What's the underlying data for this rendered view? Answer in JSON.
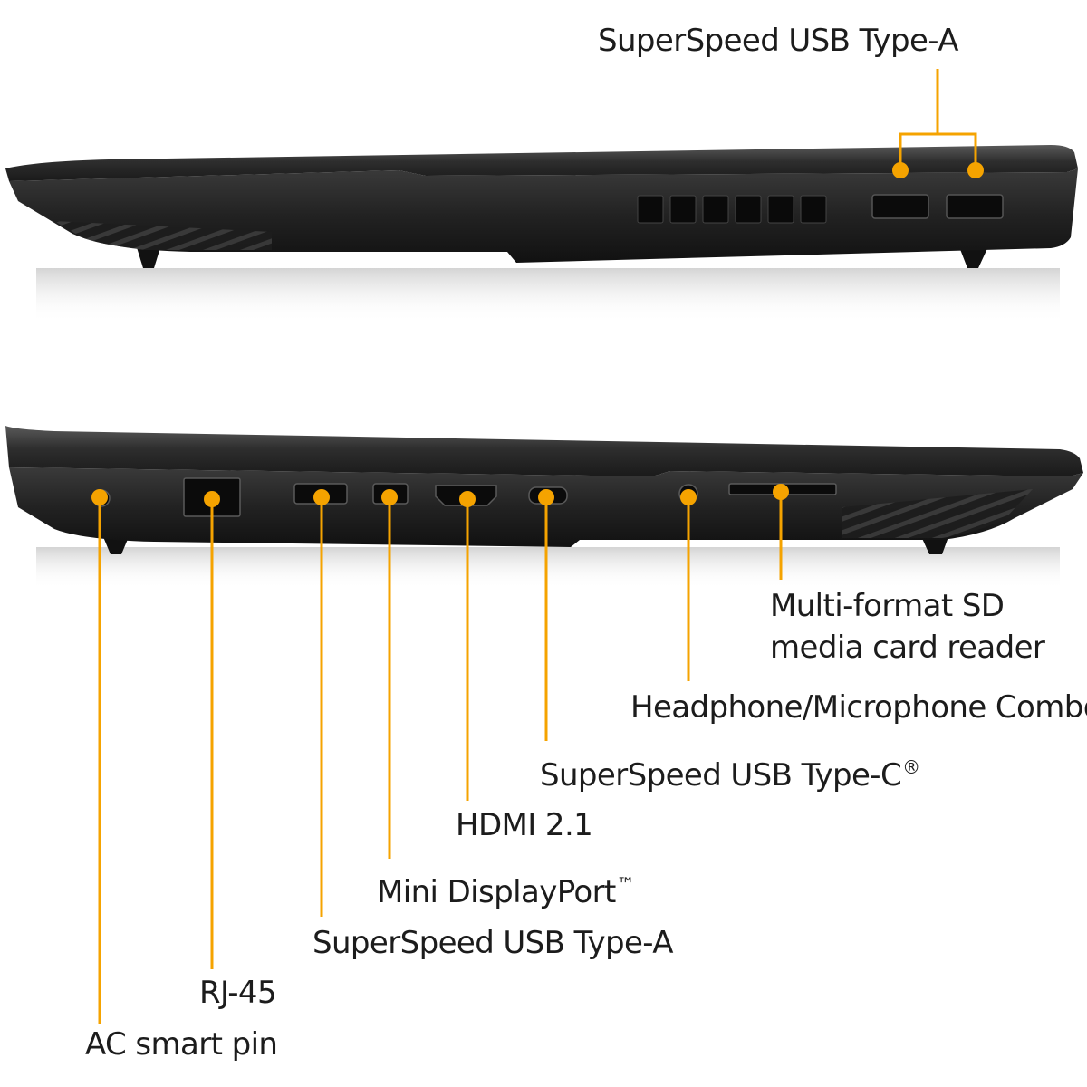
{
  "accent_color": "#f5a300",
  "top_view": {
    "callouts": [
      {
        "text": "SuperSpeed USB Type-A"
      }
    ]
  },
  "bottom_view": {
    "callouts": [
      {
        "lines": [
          "Multi-format SD",
          "media card reader"
        ]
      },
      {
        "text": "Headphone/Microphone Combo"
      },
      {
        "text": "SuperSpeed USB Type-C",
        "mark": "®"
      },
      {
        "text": "HDMI 2.1"
      },
      {
        "text": "Mini DisplayPort",
        "mark": "™"
      },
      {
        "text": "SuperSpeed USB Type-A"
      },
      {
        "text": "RJ-45"
      },
      {
        "text": "AC smart pin"
      }
    ]
  }
}
